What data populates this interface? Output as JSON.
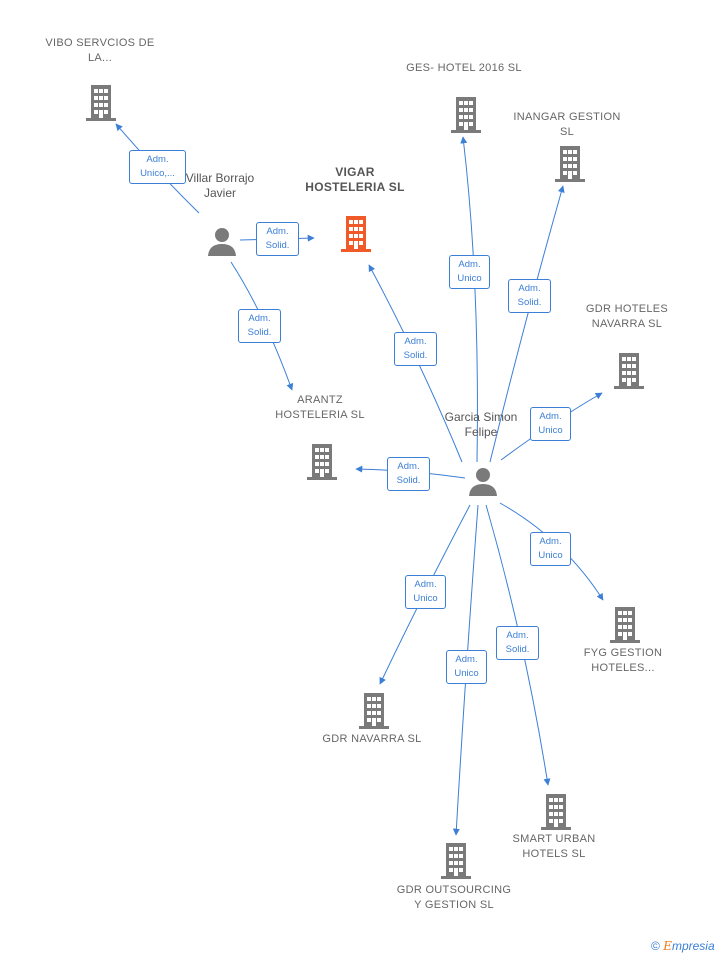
{
  "companies": {
    "vibo": "VIBO SERVCIOS DE LA...",
    "vigar": "VIGAR HOSTELERIA SL",
    "ges_hotel": "GES- HOTEL 2016  SL",
    "inangar": "INANGAR GESTION  SL",
    "gdr_hoteles_navarra": "GDR HOTELES NAVARRA  SL",
    "arantz": "ARANTZ HOSTELERIA SL",
    "fyg": "FYG GESTION HOTELES...",
    "gdr_navarra": "GDR NAVARRA  SL",
    "smart_urban": "SMART URBAN HOTELS  SL",
    "gdr_outsourcing": "GDR OUTSOURCING Y GESTION  SL"
  },
  "persons": {
    "villar": "Villar Borrajo Javier",
    "garcia": "Garcia Simon Felipe"
  },
  "edges": {
    "villar_vibo": [
      "Adm.",
      "Unico,..."
    ],
    "villar_vigar": [
      "Adm.",
      "Solid."
    ],
    "villar_arantz": [
      "Adm.",
      "Solid."
    ],
    "garcia_vigar": [
      "Adm.",
      "Solid."
    ],
    "garcia_ges": [
      "Adm.",
      "Unico"
    ],
    "garcia_inangar": [
      "Adm.",
      "Solid."
    ],
    "garcia_gdrhn": [
      "Adm.",
      "Unico"
    ],
    "garcia_arantz": [
      "Adm.",
      "Solid."
    ],
    "garcia_fyg": [
      "Adm.",
      "Unico"
    ],
    "garcia_gdrnav": [
      "Adm.",
      "Unico"
    ],
    "garcia_outsourcing": [
      "Adm.",
      "Unico"
    ],
    "garcia_smart": [
      "Adm.",
      "Solid."
    ]
  },
  "colors": {
    "edge": "#3b7fd6",
    "company_icon": "#7a7a7a",
    "focus_icon": "#f05a28",
    "person_icon": "#7a7a7a"
  },
  "brand": {
    "symbol": "©",
    "e": "E",
    "rest": "mpresia"
  }
}
